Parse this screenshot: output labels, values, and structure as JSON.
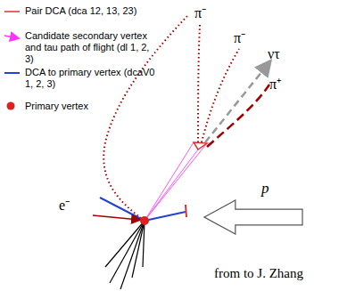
{
  "diagram": {
    "nodes": [
      {
        "text": [
          "p"
        ]
      }
    ],
    "labels": [
      "π⁻",
      "π⁻",
      "ντ",
      "π⁺",
      "e⁻",
      "from to J. Zhang"
    ],
    "legend": [
      {
        "text": "Pair DCA (dca 12, 13, 23)"
      },
      {
        "text": "Candidate secondary vertex and tau path of flight (dl 1, 2, 3)"
      },
      {
        "text": "DCA to primary vertex (dcaV0 1, 2, 3)"
      },
      {
        "text": "Primary vertex"
      }
    ]
  }
}
